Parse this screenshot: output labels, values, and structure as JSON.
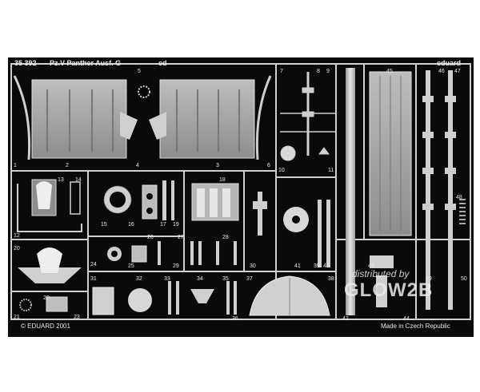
{
  "header": {
    "set_code": "35 392",
    "set_title": "Pz.V Panther Ausf. G",
    "suffix": "ed",
    "brand": "eduard"
  },
  "footer": {
    "copyright": "© EDUARD 2001",
    "origin": "Made in Czech Republic"
  },
  "watermark": {
    "line1": "distributed by",
    "line2": "GLOW2B"
  },
  "part_numbers": [
    "1",
    "2",
    "3",
    "4",
    "5",
    "6",
    "7",
    "8",
    "9",
    "10",
    "11",
    "12",
    "13",
    "14",
    "15",
    "16",
    "17",
    "18",
    "19",
    "20",
    "21",
    "22",
    "23",
    "24",
    "25",
    "26",
    "27",
    "28",
    "29",
    "30",
    "31",
    "32",
    "33",
    "34",
    "35",
    "36",
    "37",
    "38",
    "39",
    "40",
    "41",
    "42",
    "43",
    "44",
    "45",
    "46",
    "47",
    "48",
    "49",
    "50"
  ],
  "colors": {
    "fret": "#0a0a0a",
    "metal": "#cfcfcf",
    "metal_dark": "#8a8a8a",
    "background": "#ffffff"
  }
}
